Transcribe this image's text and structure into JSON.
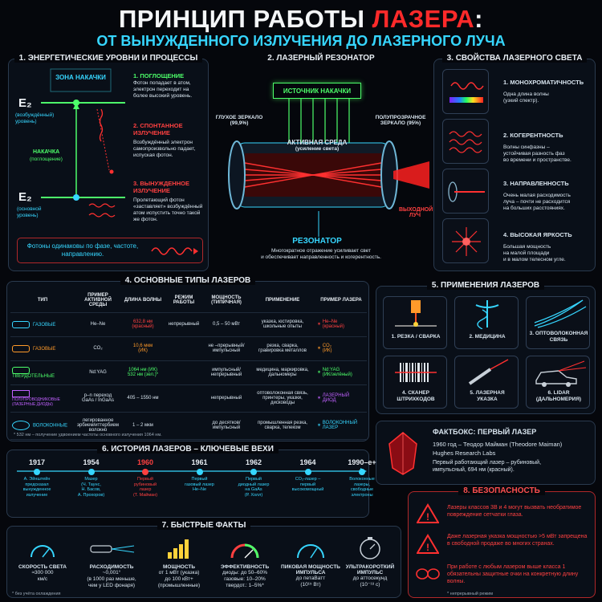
{
  "header": {
    "title_part1": "ПРИНЦИП РАБОТЫ ",
    "title_part2": "ЛАЗЕРА",
    "title_colon": ":",
    "subtitle": "ОТ ВЫНУЖДЕННОГО ИЗЛУЧЕНИЯ ДО ЛАЗЕРНОГО ЛУЧА"
  },
  "section1": {
    "title": "1. ЭНЕРГЕТИЧЕСКИЕ УРОВНИ И ПРОЦЕССЫ",
    "pump_zone": "ЗОНА НАКАЧКИ",
    "e2_upper": "E₂",
    "e2_upper_desc": "(возбуждённый)\nуровень)",
    "pump_label": "НАКАЧКА",
    "pump_sub": "(поглощение)",
    "e2_lower": "E₂",
    "e2_lower_desc": "(основной\nуровень)",
    "p1_title": "1. ПОГЛОЩЕНИЕ",
    "p1_text": "Фотон попадает в атом, электрон переходит на более высокий уровень.",
    "p2_title": "2. СПОНТАННОЕ ИЗЛУЧЕНИЕ",
    "p2_text": "Возбуждённый электрон самопроизвольно падает, испуская фотон.",
    "p3_title": "3. ВЫНУЖДЕННОЕ ИЗЛУЧЕНИЕ",
    "p3_text": "Пролетающий фотон «заставляет» возбуждённый атом испустить точно такой же фотон.",
    "note": "Фотоны одинаковы по фазе, частоте, направлению."
  },
  "section2": {
    "title": "2. ЛАЗЕРНЫЙ РЕЗОНАТОР",
    "pump_source": "ИСТОЧНИК НАКАЧКИ",
    "blind_mirror": "ГЛУХОЕ ЗЕРКАЛО",
    "blind_pct": "(99,9%)",
    "semi_mirror": "ПОЛУПРОЗРАЧНОЕ",
    "semi_mirror2": "ЗЕРКАЛО (95%)",
    "active_medium": "АКТИВНАЯ СРЕДА",
    "active_sub": "(усиление света)",
    "output_beam": "ВЫХОДНОЙ\nЛУЧ",
    "resonator": "РЕЗОНАТОР",
    "resonator_text": "Многократное отражение усиливает свет\nи обеспечивает направленность и когерентность."
  },
  "section3": {
    "title": "3. СВОЙСТВА ЛАЗЕРНОГО СВЕТА",
    "items": [
      {
        "title": "1. МОНОХРОМАТИЧНОСТЬ",
        "text": "Одна длина волны\n(узкий спектр)."
      },
      {
        "title": "2. КОГЕРЕНТНОСТЬ",
        "text": "Волны синфазны –\nустойчивая разность фаз\nво времени и пространстве."
      },
      {
        "title": "3. НАПРАВЛЕННОСТЬ",
        "text": "Очень малая расходимость\nлуча – почти не расходится\nна больших расстояниях."
      },
      {
        "title": "4. ВЫСОКАЯ ЯРКОСТЬ",
        "text": "Большая мощность\nна малой площади\nи в малом телесном угле."
      }
    ]
  },
  "section4": {
    "title": "4. ОСНОВНЫЕ ТИПЫ ЛАЗЕРОВ",
    "headers": [
      "ТИП",
      "ПРИМЕР\nАКТИВНОЙ СРЕДЫ",
      "ДЛИНА ВОЛНЫ",
      "РЕЖИМ\nРАБОТЫ",
      "МОЩНОСТЬ\n(ТИПИЧНАЯ)",
      "ПРИМЕНЕНИЕ",
      "ПРИМЕР ЛАЗЕРА"
    ],
    "rows": [
      {
        "type": "ГАЗОВЫЕ",
        "medium": "He–Ne",
        "wl": "632,8 нм\n(красный)",
        "mode": "непрерывный",
        "power": "0,5 – 50 мВт",
        "use": "указка, юстировка,\nшкольные опыты",
        "example": "He–Ne\n(красный)",
        "color": "#ff3b3b"
      },
      {
        "type": "ГАЗОВЫЕ",
        "medium": "CO₂",
        "wl": "10,6 мкм\n(ИК)",
        "mode": "",
        "power": "не –прерывный/\nимпульсный",
        "use": "резка, сварка,\nгравировка металлов",
        "example": "CO₂\n(ИК)",
        "color": "#ff9a2a"
      },
      {
        "type": "ТВЕРДОТЕЛЬНЫЕ",
        "medium": "Nd:YAG",
        "wl": "1064 нм (ИК)\n532 нм (зел.)*",
        "mode": "",
        "power": "импульсный/\nнепрерывный",
        "use": "медицина, маркировка,\nдальномеры",
        "example": "Nd:YAG\n(ИК/зелёный)",
        "color": "#4dff6a"
      },
      {
        "type": "ПОЛУПРОВОДНИКОВЫЕ\n(ЛАЗЕРНЫЕ ДИОДЫ)",
        "medium": "p–n переход\nGaAs / InGaAs",
        "wl": "405 – 1550 нм",
        "mode": "",
        "power": "непрерывный",
        "use": "оптоволоконная связь,\nпринтеры, указки,\nдисководы",
        "example": "ЛАЗЕРНЫЙ\nДИОД",
        "color": "#c060ff"
      },
      {
        "type": "ВОЛОКОННЫЕ",
        "medium": "легированное\nэрбием/иттербием\nволокно",
        "wl": "1 – 2 мкм",
        "mode": "",
        "power": "до десятков/\nимпульсный",
        "use": "промышленная резка,\nсварка, телеком",
        "example": "ВОЛОКОННЫЙ\nЛАЗЕР",
        "color": "#36d6ff"
      }
    ],
    "footnote": "* 532 нм – получение удвоением частоты основного излучения 1064 нм."
  },
  "section5": {
    "title": "5. ПРИМЕНЕНИЯ ЛАЗЕРОВ",
    "items": [
      {
        "label": "1. РЕЗКА / СВАРКА",
        "icon": "laser-cutter-icon"
      },
      {
        "label": "2. МЕДИЦИНА",
        "icon": "caduceus-icon"
      },
      {
        "label": "3. ОПТОВОЛОКОННАЯ\nСВЯЗЬ",
        "icon": "fiber-icon"
      },
      {
        "label": "4. СКАНЕР\nШТРИХКОДОВ",
        "icon": "barcode-icon"
      },
      {
        "label": "5. ЛАЗЕРНАЯ\nУКАЗКА",
        "icon": "pointer-icon"
      },
      {
        "label": "6. LIDAR\n(ДАЛЬНОМЕРИЯ)",
        "icon": "car-lidar-icon"
      }
    ]
  },
  "factbox": {
    "title": "ФАКТБОКС: ПЕРВЫЙ ЛАЗЕР",
    "line1": "1960 год – Теодор Майман (Theodore Maiman)",
    "line2": "Hughes Research Labs",
    "line3": "Первый работающий лазер – рубиновый,\nимпульсный, 694 нм (красный)."
  },
  "section6": {
    "title": "6. ИСТОРИЯ ЛАЗЕРОВ – КЛЮЧЕВЫЕ ВЕХИ",
    "events": [
      {
        "year": "1917",
        "text": "А. Эйнштейн\nпредсказал\nвынужденное\nизлучение",
        "color": "#36d6ff"
      },
      {
        "year": "1954",
        "text": "Мазер\n(Ч. Таунс,\nН. Басов,\nА. Прохоров)",
        "color": "#36d6ff"
      },
      {
        "year": "1960",
        "text": "Первый\nрубиновый\nлазер\n(Т. Майман)",
        "color": "#ff4040"
      },
      {
        "year": "1961",
        "text": "Первый\nгазовый лазер\nHe–Ne",
        "color": "#36d6ff"
      },
      {
        "year": "1962",
        "text": "Первый\nдиодный лазер\nна GaAs\n(Р. Холл)",
        "color": "#36d6ff"
      },
      {
        "year": "1964",
        "text": "CO₂-лазер –\nпервый\nвысокомощный",
        "color": "#36d6ff"
      },
      {
        "year": "1990–е+",
        "text": "Волоконные\nлазеры,\nсвободные\nэлектроны",
        "color": "#36d6ff"
      }
    ]
  },
  "section7": {
    "title": "7. БЫСТРЫЕ ФАКТЫ",
    "facts": [
      {
        "title": "СКОРОСТЬ СВЕТА",
        "text": "≈300 000\nкм/с"
      },
      {
        "title": "РАСХОДИМОСТЬ",
        "text": "~0,001°\n(в 1000 раз меньше,\nчем у LED фонаря)"
      },
      {
        "title": "МОЩНОСТЬ",
        "text": "от 1 мВт (указка)\nдо 100 кВт+\n(промышленные)"
      },
      {
        "title": "ЭФФЕКТИВНОСТЬ",
        "text": "диоды: до 50–60%\nгазовые: 10–20%\nтвердот.: 1–5%*"
      },
      {
        "title": "ПИКОВАЯ МОЩНОСТЬ\nИМПУЛЬСА",
        "text": "до петаВатт\n(10¹⁵ Вт)"
      },
      {
        "title": "УЛЬТРАКОРОТКИЙ\nИМПУЛЬС",
        "text": "до аттосекунд\n(10⁻¹⁸ с)"
      }
    ],
    "footnote": "* без учёта охлаждения"
  },
  "section8": {
    "title": "8. БЕЗОПАСНОСТЬ",
    "items": [
      "Лазеры классов 3В и 4 могут вызвать необратимое повреждение сетчатки глаза.",
      "Даже лазерная указка мощностью >5 мВт запрещена в свободной продаже во многих странах.",
      "При работе с любым лазером выше класса 1 обязательны защитные очки на конкретную длину волны."
    ],
    "footnote": "* непрерывный режим"
  }
}
